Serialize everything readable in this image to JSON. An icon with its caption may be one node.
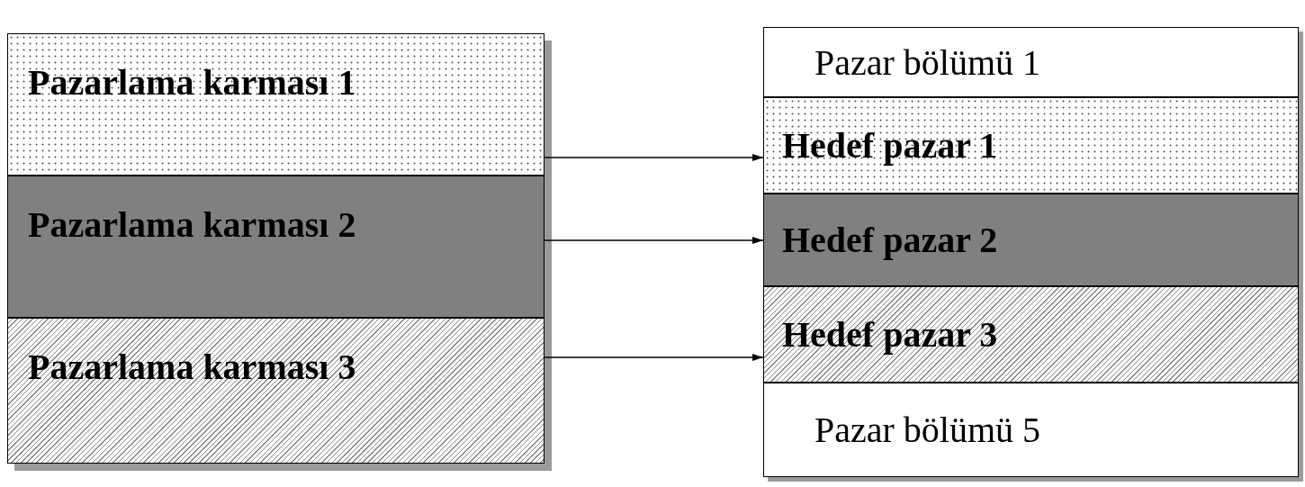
{
  "diagram": {
    "nodes": [
      {
        "text": [
          "Pazarlama karması 1"
        ]
      },
      {
        "text": [
          "Pazarlama karması 2"
        ]
      },
      {
        "text": [
          "Pazarlama karması 3"
        ]
      },
      {
        "text": [
          "Pazar bölümü 1"
        ]
      },
      {
        "text": [
          "Hedef pazar 1"
        ]
      },
      {
        "text": [
          "Hedef pazar 2"
        ]
      },
      {
        "text": [
          "Hedef pazar 3"
        ]
      },
      {
        "text": [
          "Pazar bölümü 5"
        ]
      }
    ],
    "edges": [
      {
        "from": 0,
        "to": 4,
        "arrow": "to"
      },
      {
        "from": 1,
        "to": 5,
        "arrow": "to"
      },
      {
        "from": 2,
        "to": 6,
        "arrow": "to"
      }
    ]
  }
}
